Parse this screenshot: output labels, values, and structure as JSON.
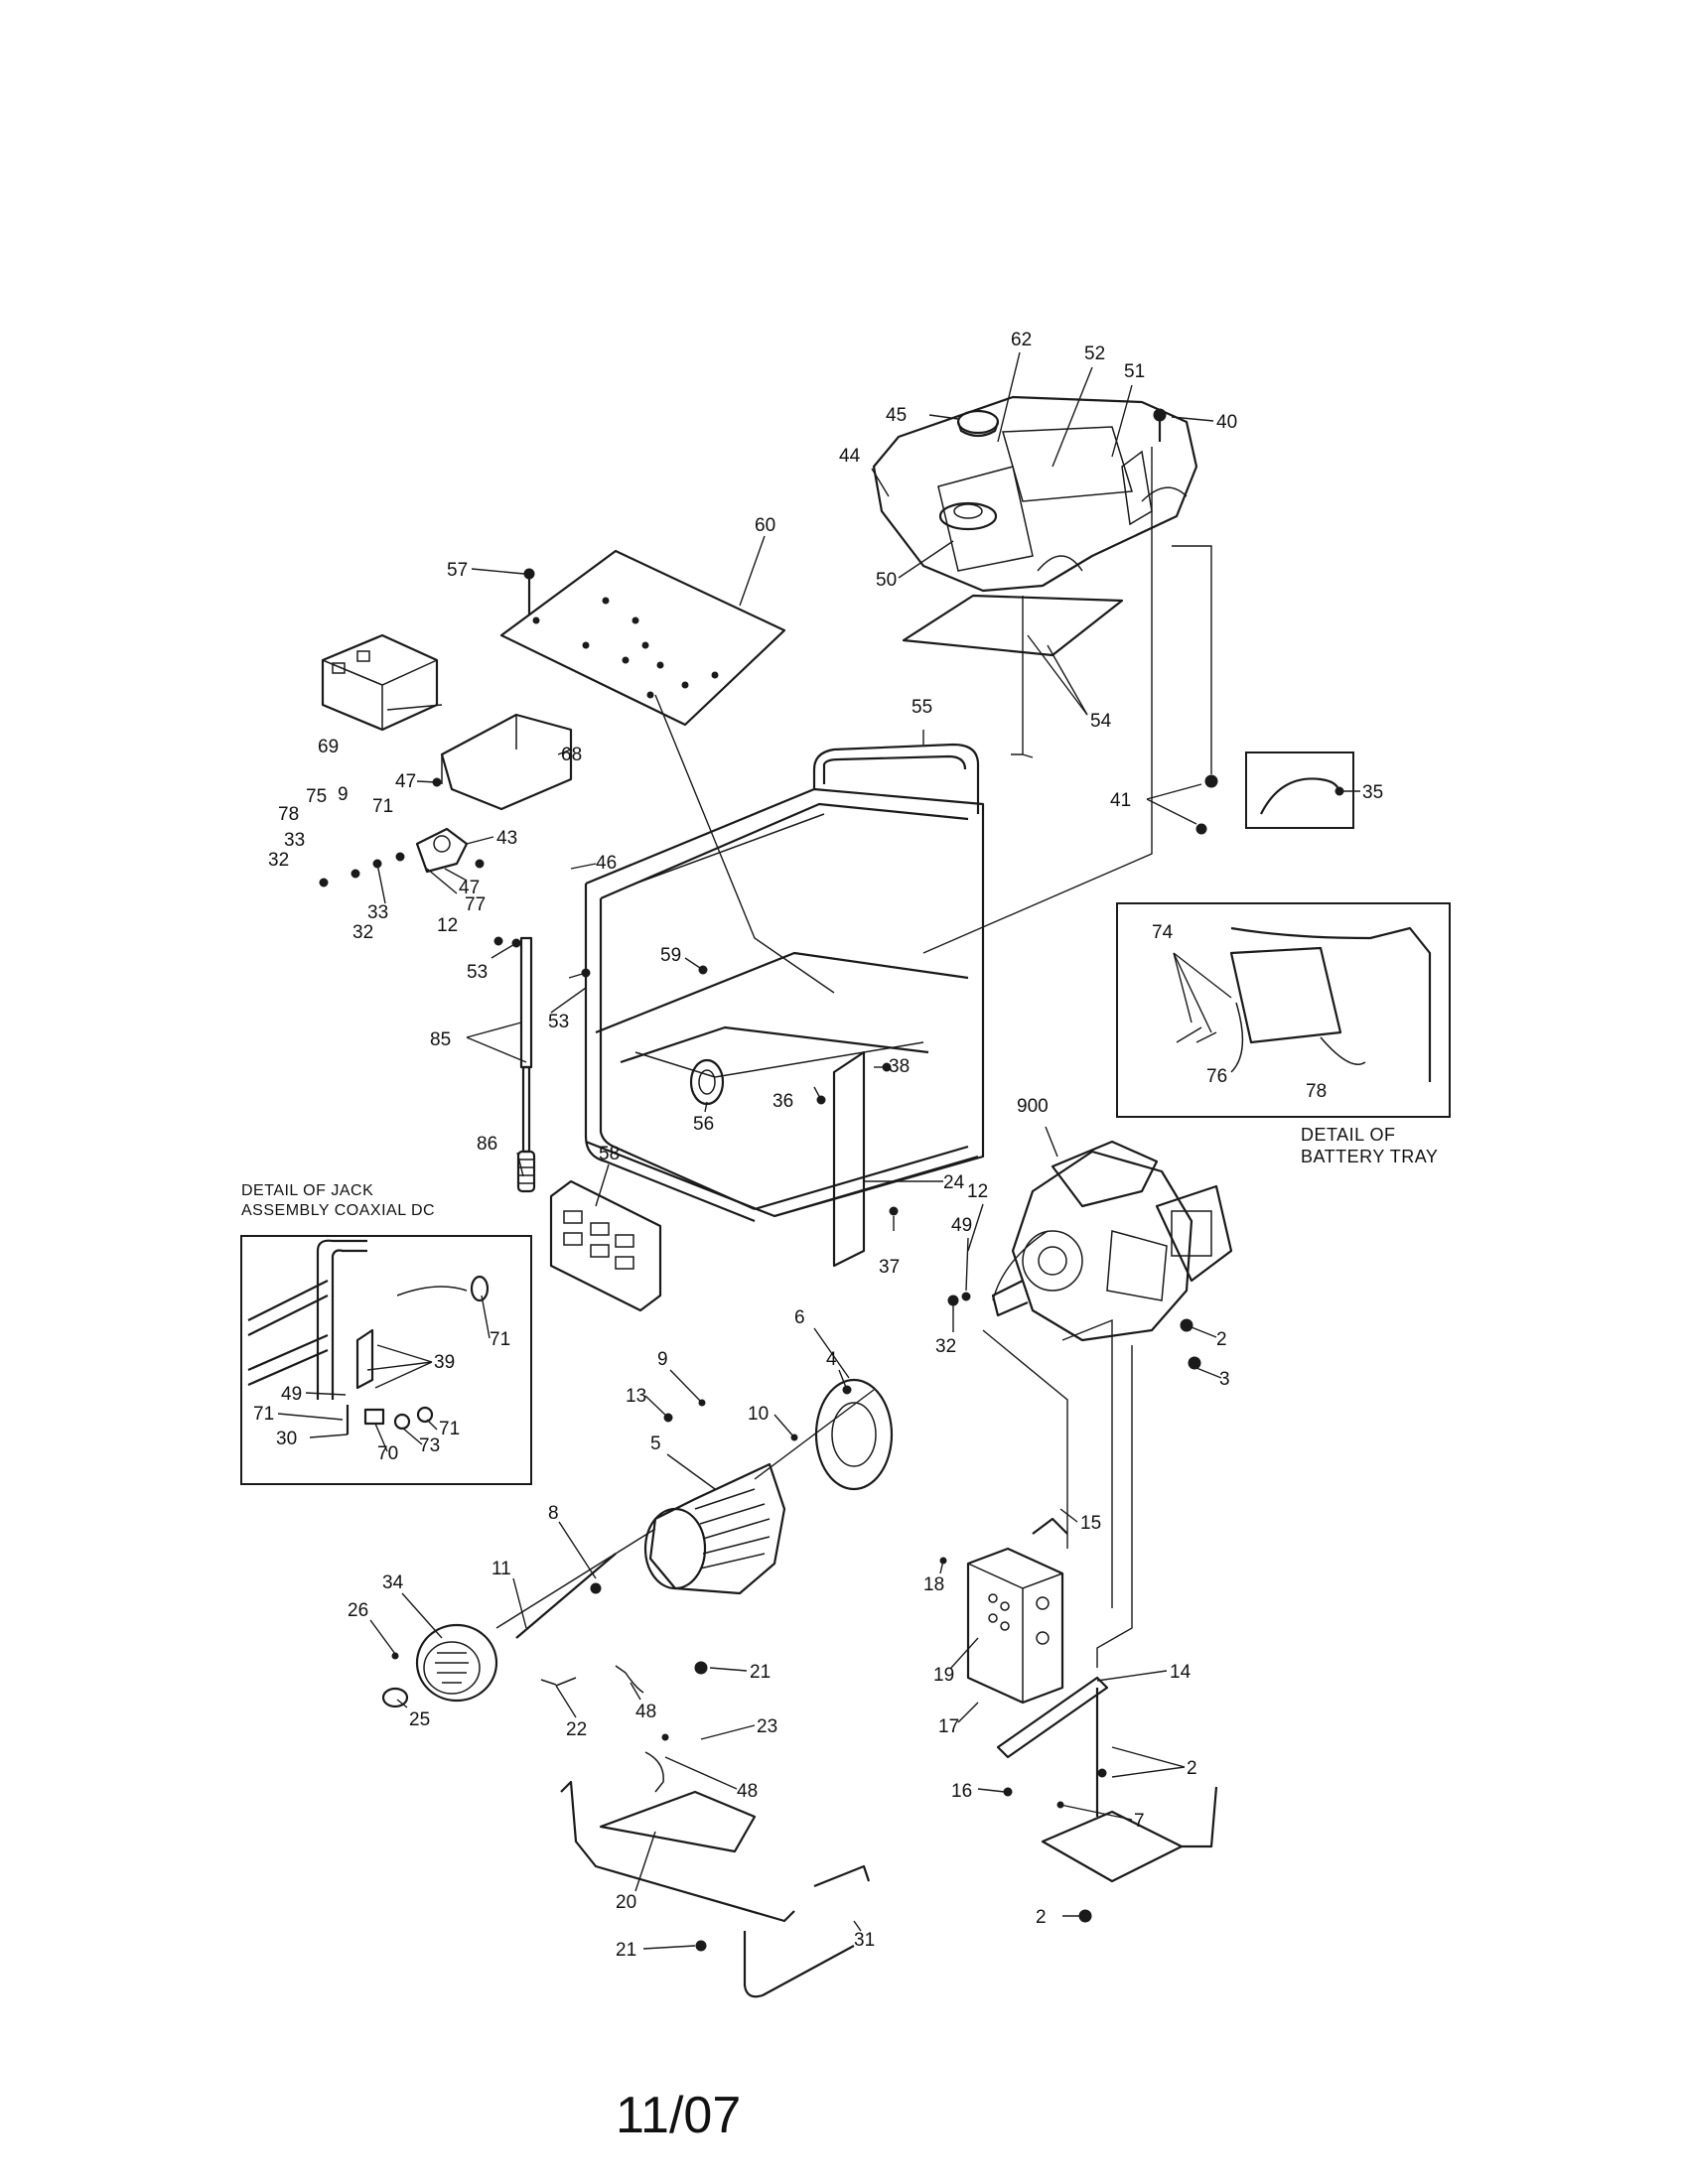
{
  "stamp": "11/07",
  "details": {
    "jack": "DETAIL OF JACK ASSEMBLY COAXIAL DC",
    "battery": "DETAIL OF BATTERY TRAY"
  },
  "callouts": [
    "62",
    "52",
    "51",
    "45",
    "40",
    "44",
    "50",
    "54",
    "60",
    "57",
    "55",
    "69",
    "68",
    "47",
    "43",
    "75",
    "9",
    "78",
    "71",
    "33",
    "32",
    "33",
    "32",
    "12",
    "77",
    "46",
    "47",
    "53",
    "53",
    "59",
    "85",
    "86",
    "58",
    "56",
    "36",
    "38",
    "24",
    "41",
    "35",
    "74",
    "76",
    "78",
    "900",
    "12",
    "49",
    "37",
    "32",
    "2",
    "3",
    "71",
    "39",
    "49",
    "71",
    "30",
    "70",
    "73",
    "71",
    "13",
    "9",
    "10",
    "4",
    "6",
    "5",
    "8",
    "11",
    "26",
    "34",
    "25",
    "22",
    "48",
    "21",
    "23",
    "48",
    "20",
    "21",
    "31",
    "15",
    "18",
    "19",
    "17",
    "14",
    "2",
    "16",
    "7",
    "2"
  ]
}
